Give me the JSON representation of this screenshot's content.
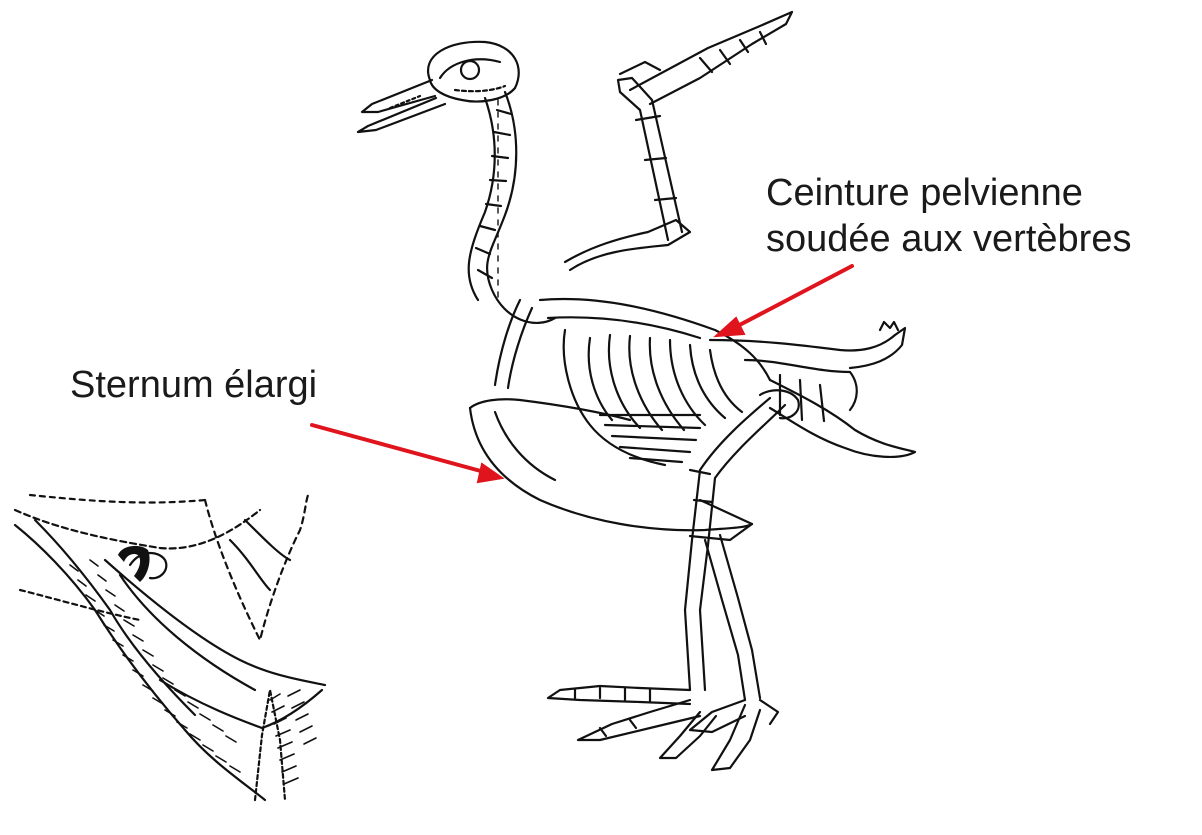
{
  "labels": {
    "pelvic_line1": "Ceinture pelvienne",
    "pelvic_line2": "soudée aux vertèbres",
    "sternum": "Sternum élargi"
  },
  "captions": {
    "bottom_right": "",
    "bottom_left": ""
  },
  "colors": {
    "arrow": "#e0141c",
    "ink": "#111111",
    "background": "#ffffff"
  }
}
